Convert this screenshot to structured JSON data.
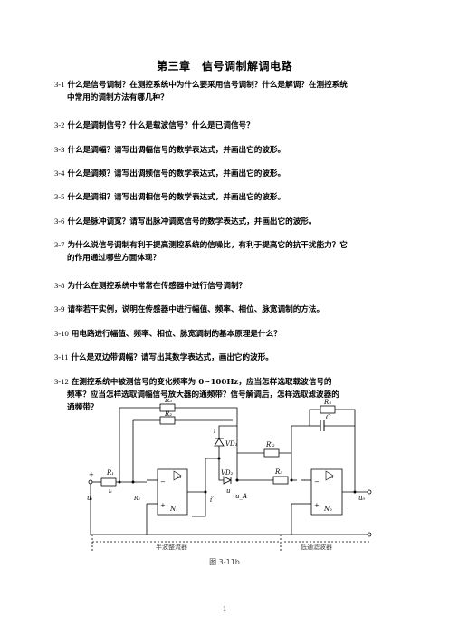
{
  "title": "第三章　信号调制解调电路",
  "questions": [
    {
      "num": "3-1",
      "line1": "什么是信号调制？在测控系统中为什么要采用信号调制？什么是解调？在测控系统",
      "line2": "中常用的调制方法有哪几种？"
    },
    {
      "num": "3-2",
      "line1": "什么是调制信号？什么是载波信号？什么是已调信号？"
    },
    {
      "num": "3-3",
      "line1": "什么是调幅？请写出调幅信号的数学表达式，并画出它的波形。"
    },
    {
      "num": "3-4",
      "line1": "什么是调频？请写出调频信号的数学表达式，并画出它的波形。"
    },
    {
      "num": "3-5",
      "line1": "什么是调相？请写出调相信号的数学表达式，并画出它的波形。"
    },
    {
      "num": "3-6",
      "line1": "什么是脉冲调宽？请写出脉冲调宽信号的数学表达式，并画出它的波形。"
    },
    {
      "num": "3-7",
      "line1": "为什么说信号调制有利于提高测控系统的信噪比，有利于提高它的抗干扰能力？它",
      "line2": "的作用通过哪些方面体现？"
    },
    {
      "num": "3-8",
      "line1": "为什么在测控系统中常常在传感器中进行信号调制？"
    },
    {
      "num": "3-9",
      "line1": "请举若干实例，说明在传感器中进行幅值、频率、相位、脉宽调制的方法。"
    },
    {
      "num": "3-10",
      "line1": "用电路进行幅值、频率、相位、脉宽调制的基本原理是什么？"
    },
    {
      "num": "3-11",
      "line1": "什么是双边带调幅？请写出其数学表达式，画出它的波形。"
    },
    {
      "num": "3-12",
      "line1": "在测控系统中被测信号的变化频率为 0~100Hz，应当怎样选取载波信号的",
      "line2": "频率？应当怎样选取调幅信号放大器的通频带？信号解调后，怎样选取滤波器的",
      "line3": "通频带？"
    }
  ],
  "circuit": {
    "labels": {
      "r1": "R₁",
      "r2": "R₂",
      "r2p": "R′₂",
      "r3": "R₃",
      "r4": "R₄",
      "c": "C",
      "vd1": "VD₁",
      "vd2": "VD₂",
      "n1": "N₁",
      "n2": "N₂",
      "ui": "uᵢ",
      "ii": "iᵢ",
      "ua": "u_A",
      "uo": "u₀",
      "ii2": "i′",
      "uin": "u",
      "inf": "∞",
      "plus": "+",
      "minus": "−",
      "i": "i"
    },
    "section_left": "半波整流器",
    "section_right": "低通滤波器"
  },
  "caption": "图 3-11b",
  "page_number": "1"
}
